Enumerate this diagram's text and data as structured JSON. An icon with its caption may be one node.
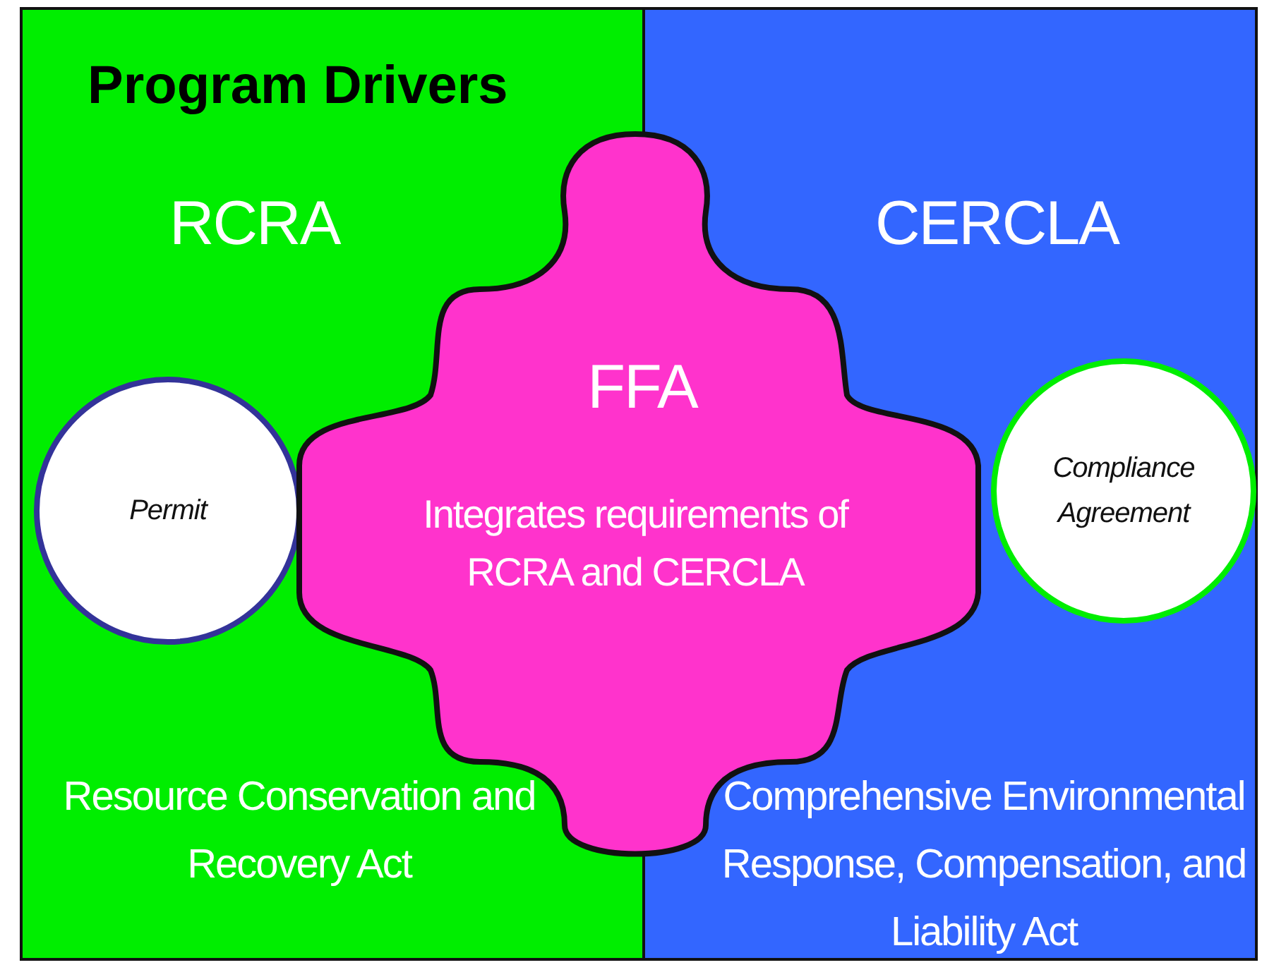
{
  "diagram": {
    "title": "Program Drivers",
    "nodes": [
      {
        "text": [
          "RCRA",
          "Resource Conservation and Recovery Act"
        ]
      },
      {
        "text": [
          "CERCLA",
          "Comprehensive Environmental Response, Compensation, and Liability Act"
        ]
      },
      {
        "text": [
          "FFA",
          "Integrates requirements of RCRA and CERCLA"
        ]
      },
      {
        "text": [
          "Permit"
        ],
        "in": 0
      },
      {
        "text": [
          "Compliance Agreement"
        ],
        "in": 1
      }
    ]
  }
}
